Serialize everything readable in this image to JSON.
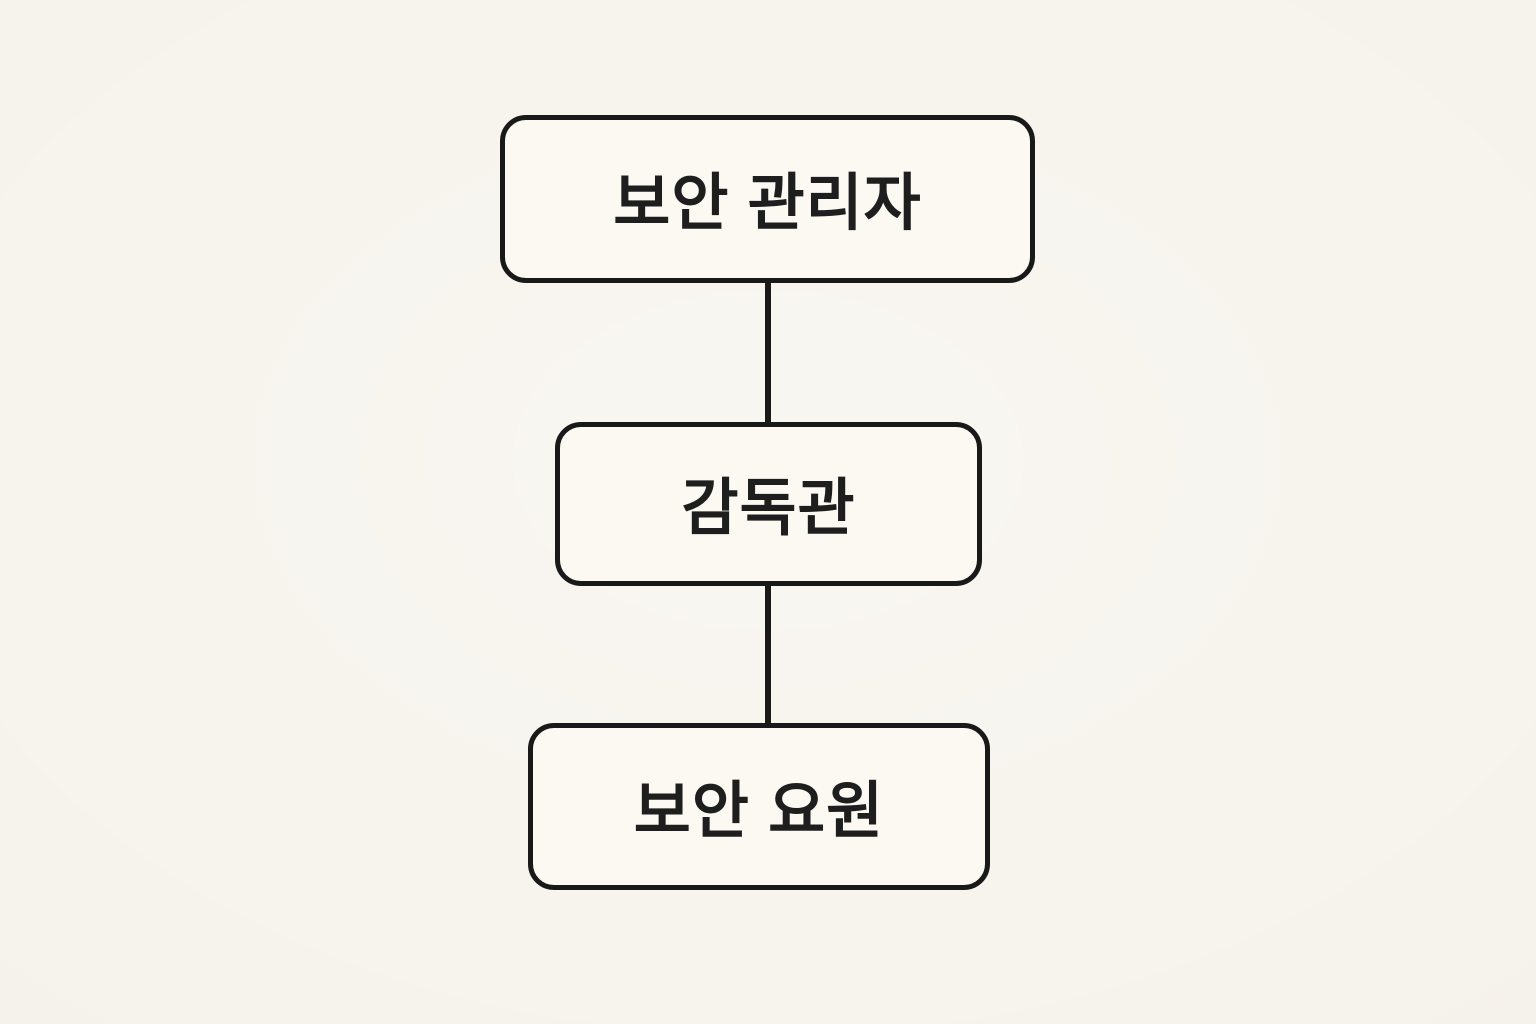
{
  "diagram": {
    "type": "org-chart",
    "orientation": "vertical",
    "nodes": [
      {
        "id": "security-manager",
        "label": "보안 관리자"
      },
      {
        "id": "supervisor",
        "label": "감독관"
      },
      {
        "id": "security-agent",
        "label": "보안 요원"
      }
    ],
    "edges": [
      {
        "from": "security-manager",
        "to": "supervisor"
      },
      {
        "from": "supervisor",
        "to": "security-agent"
      }
    ],
    "colors": {
      "background": "#f6f3ec",
      "node_fill": "#fbf9f2",
      "node_border": "#191919",
      "connector": "#191919",
      "text": "#1e1e1e"
    }
  }
}
